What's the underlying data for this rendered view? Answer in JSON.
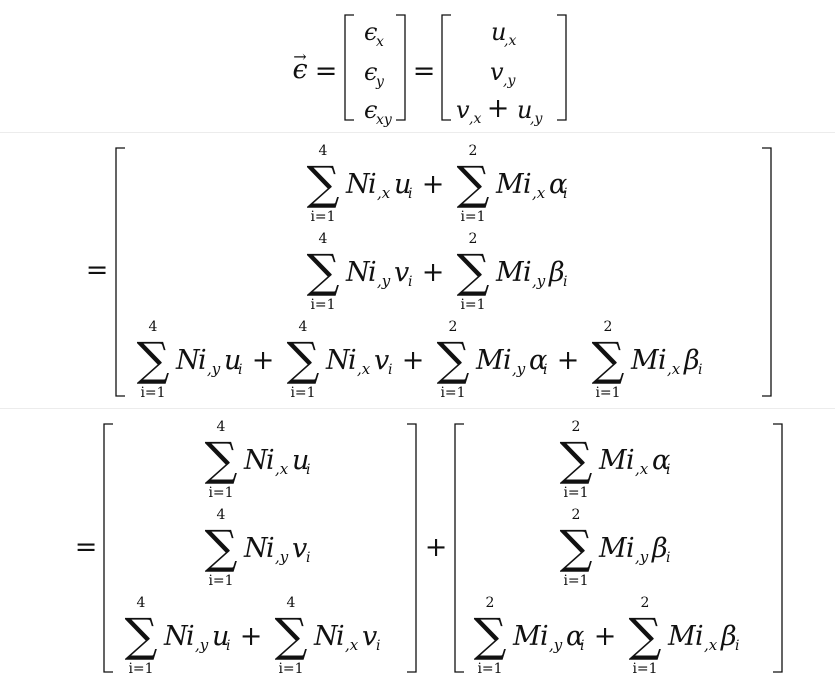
{
  "equation": {
    "line1": {
      "vec_symbol": "ϵ",
      "equals": "=",
      "col1": [
        {
          "base": "ϵ",
          "sub": "x"
        },
        {
          "base": "ϵ",
          "sub": "y"
        },
        {
          "base": "ϵ",
          "sub": "xy"
        }
      ],
      "col2": [
        {
          "base": "u",
          "sub": ",x"
        },
        {
          "base": "v",
          "sub": ",y"
        },
        {
          "base1": "v",
          "sub1": ",x",
          "plus": "+",
          "base2": "u",
          "sub2": ",y"
        }
      ]
    },
    "sum_symbol": "∑",
    "index_lower": "i=1",
    "upper_4": "4",
    "upper_2": "2",
    "plus": "+",
    "equals": "=",
    "N": "N",
    "M": "M",
    "i": "i",
    "sub_x": ",x",
    "sub_y": ",y",
    "u": "u",
    "v": "v",
    "alpha": "α",
    "beta": "β",
    "sub_i": "i"
  }
}
